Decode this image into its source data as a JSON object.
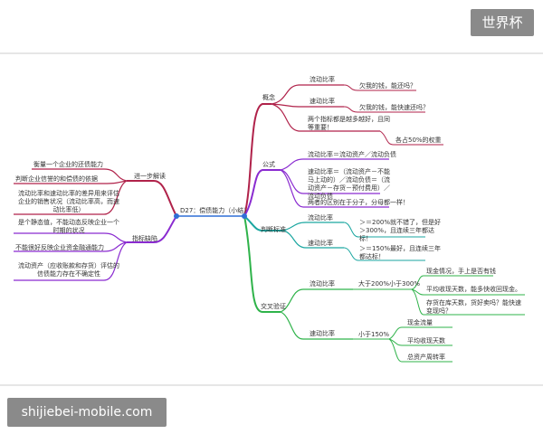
{
  "watermark": {
    "top_right": "世界杯",
    "bottom_left": "shijiebei-mobile.com"
  },
  "colors": {
    "crimson": "#b0224a",
    "purple": "#8a2bd0",
    "green": "#2fb34a",
    "teal": "#1aa6a0",
    "blue": "#2f6fd6",
    "node": "#2f6fd6"
  },
  "center": "D27：偿债能力（小结）",
  "right": {
    "concept": {
      "label": "概念",
      "items": [
        {
          "label": "流动比率",
          "note": "欠我的钱，能还吗？"
        },
        {
          "label": "速动比率",
          "note": "欠我的钱，能快速还吗？"
        }
      ],
      "extra": "两个指标都是越多越好，且同等重要！",
      "extra_note": "各占50%的权重"
    },
    "formula": {
      "label": "公式",
      "items": [
        "流动比率＝流动资产／流动负债",
        "速动比率＝（流动资产－不能马上动的）／流动负债＝（流动资产－存货－预付费用）／流动负债",
        "两者的区别在于分子，分母都一样！"
      ]
    },
    "standard": {
      "label": "判断标准",
      "items": [
        {
          "label": "流动比率",
          "note": "＞＝200%就不错了，但是好＞300%，且连续三年都达标！"
        },
        {
          "label": "速动比率",
          "note": "＞＝150%最好，且连续三年都达标！"
        }
      ]
    },
    "cross": {
      "label": "交叉验证",
      "items": [
        {
          "label": "流动比率",
          "cond": "大于200%小于300%",
          "notes": [
            "现金情况，手上是否有钱",
            "平均收现天数，能多快收回现金。",
            "存货在库天数，货好卖吗？能快速变现吗？"
          ]
        },
        {
          "label": "速动比率",
          "cond": "小于150%",
          "notes": [
            "现金流量",
            "平均收现天数",
            "总资产周转率"
          ]
        }
      ]
    }
  },
  "left": {
    "further": {
      "label": "进一步解读",
      "items": [
        "衡量一个企业的还债能力",
        "判断企业信誉的和偿债的依据",
        "流动比率和速动比率的差异用来评估企业的销售状况（流动比率高，而速动比率低）"
      ]
    },
    "defect": {
      "label": "指标缺陷",
      "items": [
        "是个静态值，不能动态反映企业一个时期的状况",
        "不能很好反映企业资金融通能力",
        "流动资产（应收账款和存货）评估的信债能力存在不确定性"
      ]
    }
  }
}
